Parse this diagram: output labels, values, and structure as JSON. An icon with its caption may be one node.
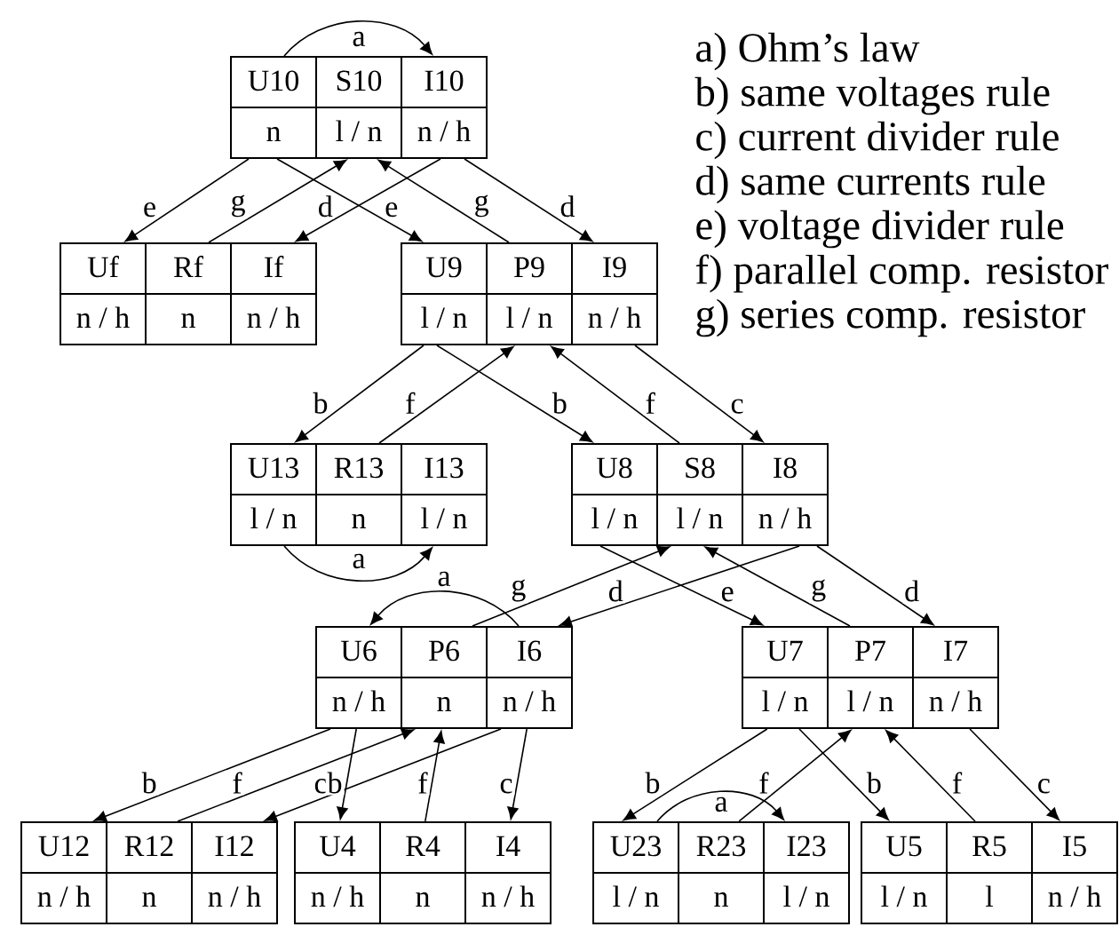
{
  "diagram": {
    "nodes": [
      {
        "text": [
          "U10",
          "n"
        ]
      },
      {
        "text": [
          "S10",
          "l / n"
        ]
      },
      {
        "text": [
          "I10",
          "n / h"
        ]
      },
      {
        "text": [
          "Uf",
          "n / h"
        ]
      },
      {
        "text": [
          "Rf",
          "n"
        ]
      },
      {
        "text": [
          "If",
          "n / h"
        ]
      },
      {
        "text": [
          "U9",
          "l / n"
        ]
      },
      {
        "text": [
          "P9",
          "l / n"
        ]
      },
      {
        "text": [
          "I9",
          "n / h"
        ]
      },
      {
        "text": [
          "U13",
          "l / n"
        ]
      },
      {
        "text": [
          "R13",
          "n"
        ]
      },
      {
        "text": [
          "I13",
          "l / n"
        ]
      },
      {
        "text": [
          "U8",
          "l / n"
        ]
      },
      {
        "text": [
          "S8",
          "l / n"
        ]
      },
      {
        "text": [
          "I8",
          "n / h"
        ]
      },
      {
        "text": [
          "U6",
          "n / h"
        ]
      },
      {
        "text": [
          "P6",
          "n"
        ]
      },
      {
        "text": [
          "I6",
          "n / h"
        ]
      },
      {
        "text": [
          "U7",
          "l / n"
        ]
      },
      {
        "text": [
          "P7",
          "l / n"
        ]
      },
      {
        "text": [
          "I7",
          "n / h"
        ]
      },
      {
        "text": [
          "U12",
          "n / h"
        ]
      },
      {
        "text": [
          "R12",
          "n"
        ]
      },
      {
        "text": [
          "I12",
          "n / h"
        ]
      },
      {
        "text": [
          "U4",
          "n / h"
        ]
      },
      {
        "text": [
          "R4",
          "n"
        ]
      },
      {
        "text": [
          "I4",
          "n / h"
        ]
      },
      {
        "text": [
          "U23",
          "l / n"
        ]
      },
      {
        "text": [
          "R23",
          "n"
        ]
      },
      {
        "text": [
          "I23",
          "l / n"
        ]
      },
      {
        "text": [
          "U5",
          "l / n"
        ]
      },
      {
        "text": [
          "R5",
          "l"
        ]
      },
      {
        "text": [
          "I5",
          "n / h"
        ]
      }
    ],
    "edges": [
      {
        "from": 0,
        "to": 2,
        "arrow": "to",
        "label": "a"
      },
      {
        "from": 0,
        "to": 3,
        "arrow": "to",
        "label": "e"
      },
      {
        "from": 4,
        "to": 1,
        "arrow": "to",
        "label": "g"
      },
      {
        "from": 2,
        "to": 5,
        "arrow": "to",
        "label": "d"
      },
      {
        "from": 0,
        "to": 6,
        "arrow": "to",
        "label": "e"
      },
      {
        "from": 7,
        "to": 1,
        "arrow": "to",
        "label": "g"
      },
      {
        "from": 2,
        "to": 8,
        "arrow": "to",
        "label": "d"
      },
      {
        "from": 6,
        "to": 9,
        "arrow": "to",
        "label": "b"
      },
      {
        "from": 10,
        "to": 7,
        "arrow": "to",
        "label": "f"
      },
      {
        "from": 6,
        "to": 12,
        "arrow": "to",
        "label": "b"
      },
      {
        "from": 13,
        "to": 7,
        "arrow": "to",
        "label": "f"
      },
      {
        "from": 8,
        "to": 14,
        "arrow": "to",
        "label": "c"
      },
      {
        "from": 9,
        "to": 11,
        "arrow": "to",
        "label": "a"
      },
      {
        "from": 16,
        "to": 13,
        "arrow": "to",
        "label": "g"
      },
      {
        "from": 14,
        "to": 17,
        "arrow": "to",
        "label": "d"
      },
      {
        "from": 12,
        "to": 18,
        "arrow": "to",
        "label": "e"
      },
      {
        "from": 19,
        "to": 13,
        "arrow": "to",
        "label": "g"
      },
      {
        "from": 14,
        "to": 20,
        "arrow": "to",
        "label": "d"
      },
      {
        "from": 17,
        "to": 15,
        "arrow": "to",
        "label": "a"
      },
      {
        "from": 15,
        "to": 21,
        "arrow": "to",
        "label": "b"
      },
      {
        "from": 22,
        "to": 16,
        "arrow": "to",
        "label": "f"
      },
      {
        "from": 17,
        "to": 23,
        "arrow": "to",
        "label": "c"
      },
      {
        "from": 15,
        "to": 24,
        "arrow": "to",
        "label": "b"
      },
      {
        "from": 25,
        "to": 16,
        "arrow": "to",
        "label": "f"
      },
      {
        "from": 17,
        "to": 26,
        "arrow": "to",
        "label": "c"
      },
      {
        "from": 18,
        "to": 27,
        "arrow": "to",
        "label": "b"
      },
      {
        "from": 28,
        "to": 19,
        "arrow": "to",
        "label": "f"
      },
      {
        "from": 18,
        "to": 30,
        "arrow": "to",
        "label": "b"
      },
      {
        "from": 31,
        "to": 19,
        "arrow": "to",
        "label": "f"
      },
      {
        "from": 20,
        "to": 32,
        "arrow": "to",
        "label": "c"
      },
      {
        "from": 27,
        "to": 29,
        "arrow": "to",
        "label": "a"
      }
    ],
    "labels": [
      "a) Ohm’s law",
      "b) same voltages rule",
      "c) current divider rule",
      "d) same currents rule",
      "e) voltage divider rule",
      "f) parallel comp. resistor",
      "g) series comp. resistor"
    ]
  }
}
